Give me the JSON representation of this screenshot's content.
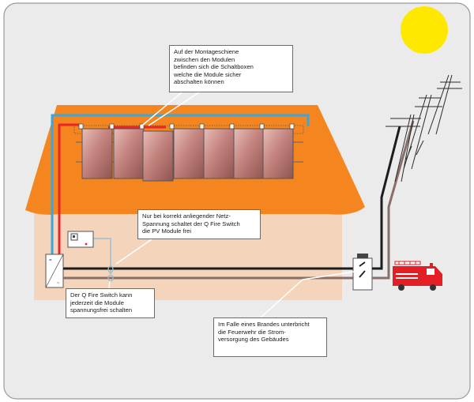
{
  "callouts": {
    "mounting_rail": "Auf der Montageschiene\nzwischen den Modulen\nbefinden sich die Schaltboxen\nwelche die Module sicher\nabschalten können",
    "grid_voltage": "Nur bei korrekt anliegender Netz-\nSpannung schaltet der Q Fire Switch\ndie PV Module frei",
    "fire_switch": "Der Q Fire Switch kann\njederzeit die Module\nspannungsfrei schalten",
    "fire_brigade": "Im Falle eines Brandes unterbricht\ndie Feuerwehr die Strom-\nversorgung des Gebäudes"
  },
  "colors": {
    "background": "#ebebeb",
    "frame": "#9a9a9a",
    "roof": "#f5851f",
    "wall": "#f4d4bb",
    "sun": "#ffe800",
    "pv_panel": "#c98b86",
    "dc_positive": "#e8252a",
    "dc_return": "#3aa6dc",
    "ac_line": "#1c1c1c",
    "neutral": "#8a6e68",
    "fire_truck": "#e31e24"
  },
  "pv_module_count": 7
}
